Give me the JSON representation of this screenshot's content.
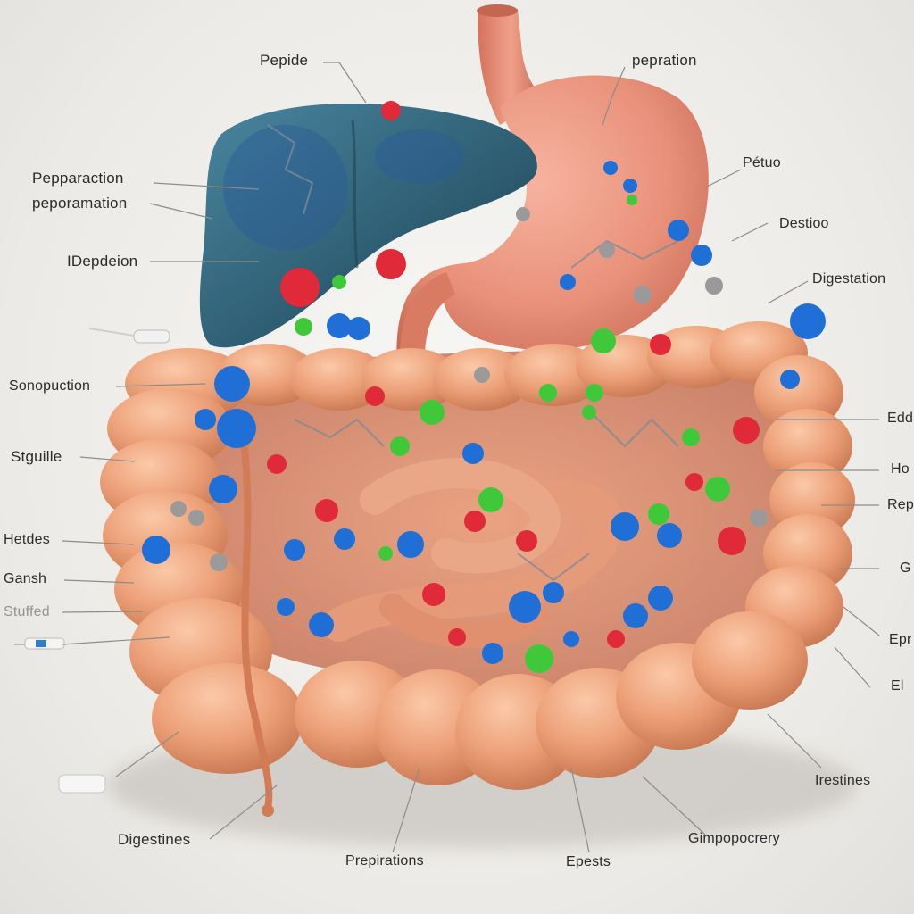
{
  "labels": {
    "peptide_top": "Pepide",
    "preparation_top": "pepration",
    "pepparaction": "Pepparaction",
    "peporamation": "peporamation",
    "idepdeion": "IDepdeion",
    "petuo": "Pétuo",
    "destioo": "Destioo",
    "digestation": "Digestation",
    "sonopuction": "Sonopuction",
    "stguille": "Stguille",
    "hetdes": "Hetdes",
    "gansh": "Gansh",
    "stuffed": "Stuffed",
    "edd": "Edd",
    "ho": "Ho",
    "rep": "Rep",
    "g": "G",
    "epr": "Epr",
    "el": "El",
    "irestines": "Irestines",
    "digestines": "Digestines",
    "prepirations": "Prepirations",
    "epests": "Epests",
    "gimpopocrery": "Gimpopocrery"
  },
  "colors": {
    "liver": "#2f5f74",
    "stomach": "#e9917a",
    "intestine": "#e99a73",
    "molecule_blue": "#1f6fd6",
    "molecule_red": "#e02a3a",
    "molecule_green": "#3fc93a",
    "molecule_gray": "#9a9a9a"
  }
}
